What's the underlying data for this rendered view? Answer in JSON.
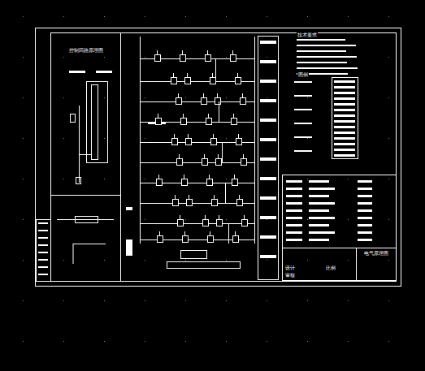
{
  "diagram": {
    "nodes": [
      {
        "text": [
          "控制回路原理图"
        ]
      },
      {
        "text": [
          "电气原理图"
        ]
      }
    ],
    "labels": [
      "技术要求",
      "图例",
      "设计",
      "审核",
      "比例"
    ]
  }
}
